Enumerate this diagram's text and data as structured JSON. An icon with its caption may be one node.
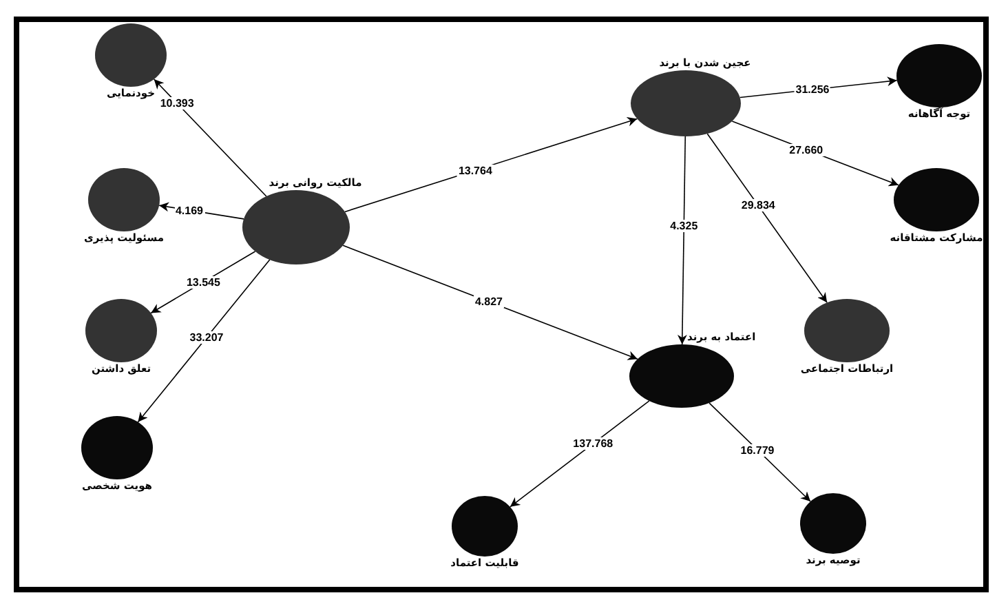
{
  "diagram": {
    "nodes": [
      {
        "text": [
          "خودنمایی"
        ]
      },
      {
        "text": [
          "مسئولیت پذیری"
        ]
      },
      {
        "text": [
          "تعلق داشتن"
        ]
      },
      {
        "text": [
          "هویت شخصی"
        ]
      },
      {
        "text": [
          "مالکیت روانی برند"
        ]
      },
      {
        "text": [
          "عجین شدن با برند"
        ]
      },
      {
        "text": [
          "توجه آگاهانه"
        ]
      },
      {
        "text": [
          "مشارکت مشتاقانه"
        ]
      },
      {
        "text": [
          "ارتباطات اجتماعی"
        ]
      },
      {
        "text": [
          "اعتماد به برند"
        ]
      },
      {
        "text": [
          "قابلیت اعتماد"
        ]
      },
      {
        "text": [
          "توصیه برند"
        ]
      }
    ],
    "edges": [
      {
        "from": 4,
        "to": 0,
        "arrow": "to",
        "label": "10.393"
      },
      {
        "from": 4,
        "to": 1,
        "arrow": "to",
        "label": "4.169"
      },
      {
        "from": 4,
        "to": 2,
        "arrow": "to",
        "label": "13.545"
      },
      {
        "from": 4,
        "to": 3,
        "arrow": "to",
        "label": "33.207"
      },
      {
        "from": 4,
        "to": 5,
        "arrow": "to",
        "label": "13.764"
      },
      {
        "from": 4,
        "to": 9,
        "arrow": "to",
        "label": "4.827"
      },
      {
        "from": 5,
        "to": 6,
        "arrow": "to",
        "label": "31.256"
      },
      {
        "from": 5,
        "to": 7,
        "arrow": "to",
        "label": "27.660"
      },
      {
        "from": 5,
        "to": 8,
        "arrow": "to",
        "label": "29.834"
      },
      {
        "from": 5,
        "to": 9,
        "arrow": "to",
        "label": "4.325"
      },
      {
        "from": 9,
        "to": 10,
        "arrow": "to",
        "label": "137.768"
      },
      {
        "from": 9,
        "to": 11,
        "arrow": "to",
        "label": "16.779"
      }
    ]
  }
}
